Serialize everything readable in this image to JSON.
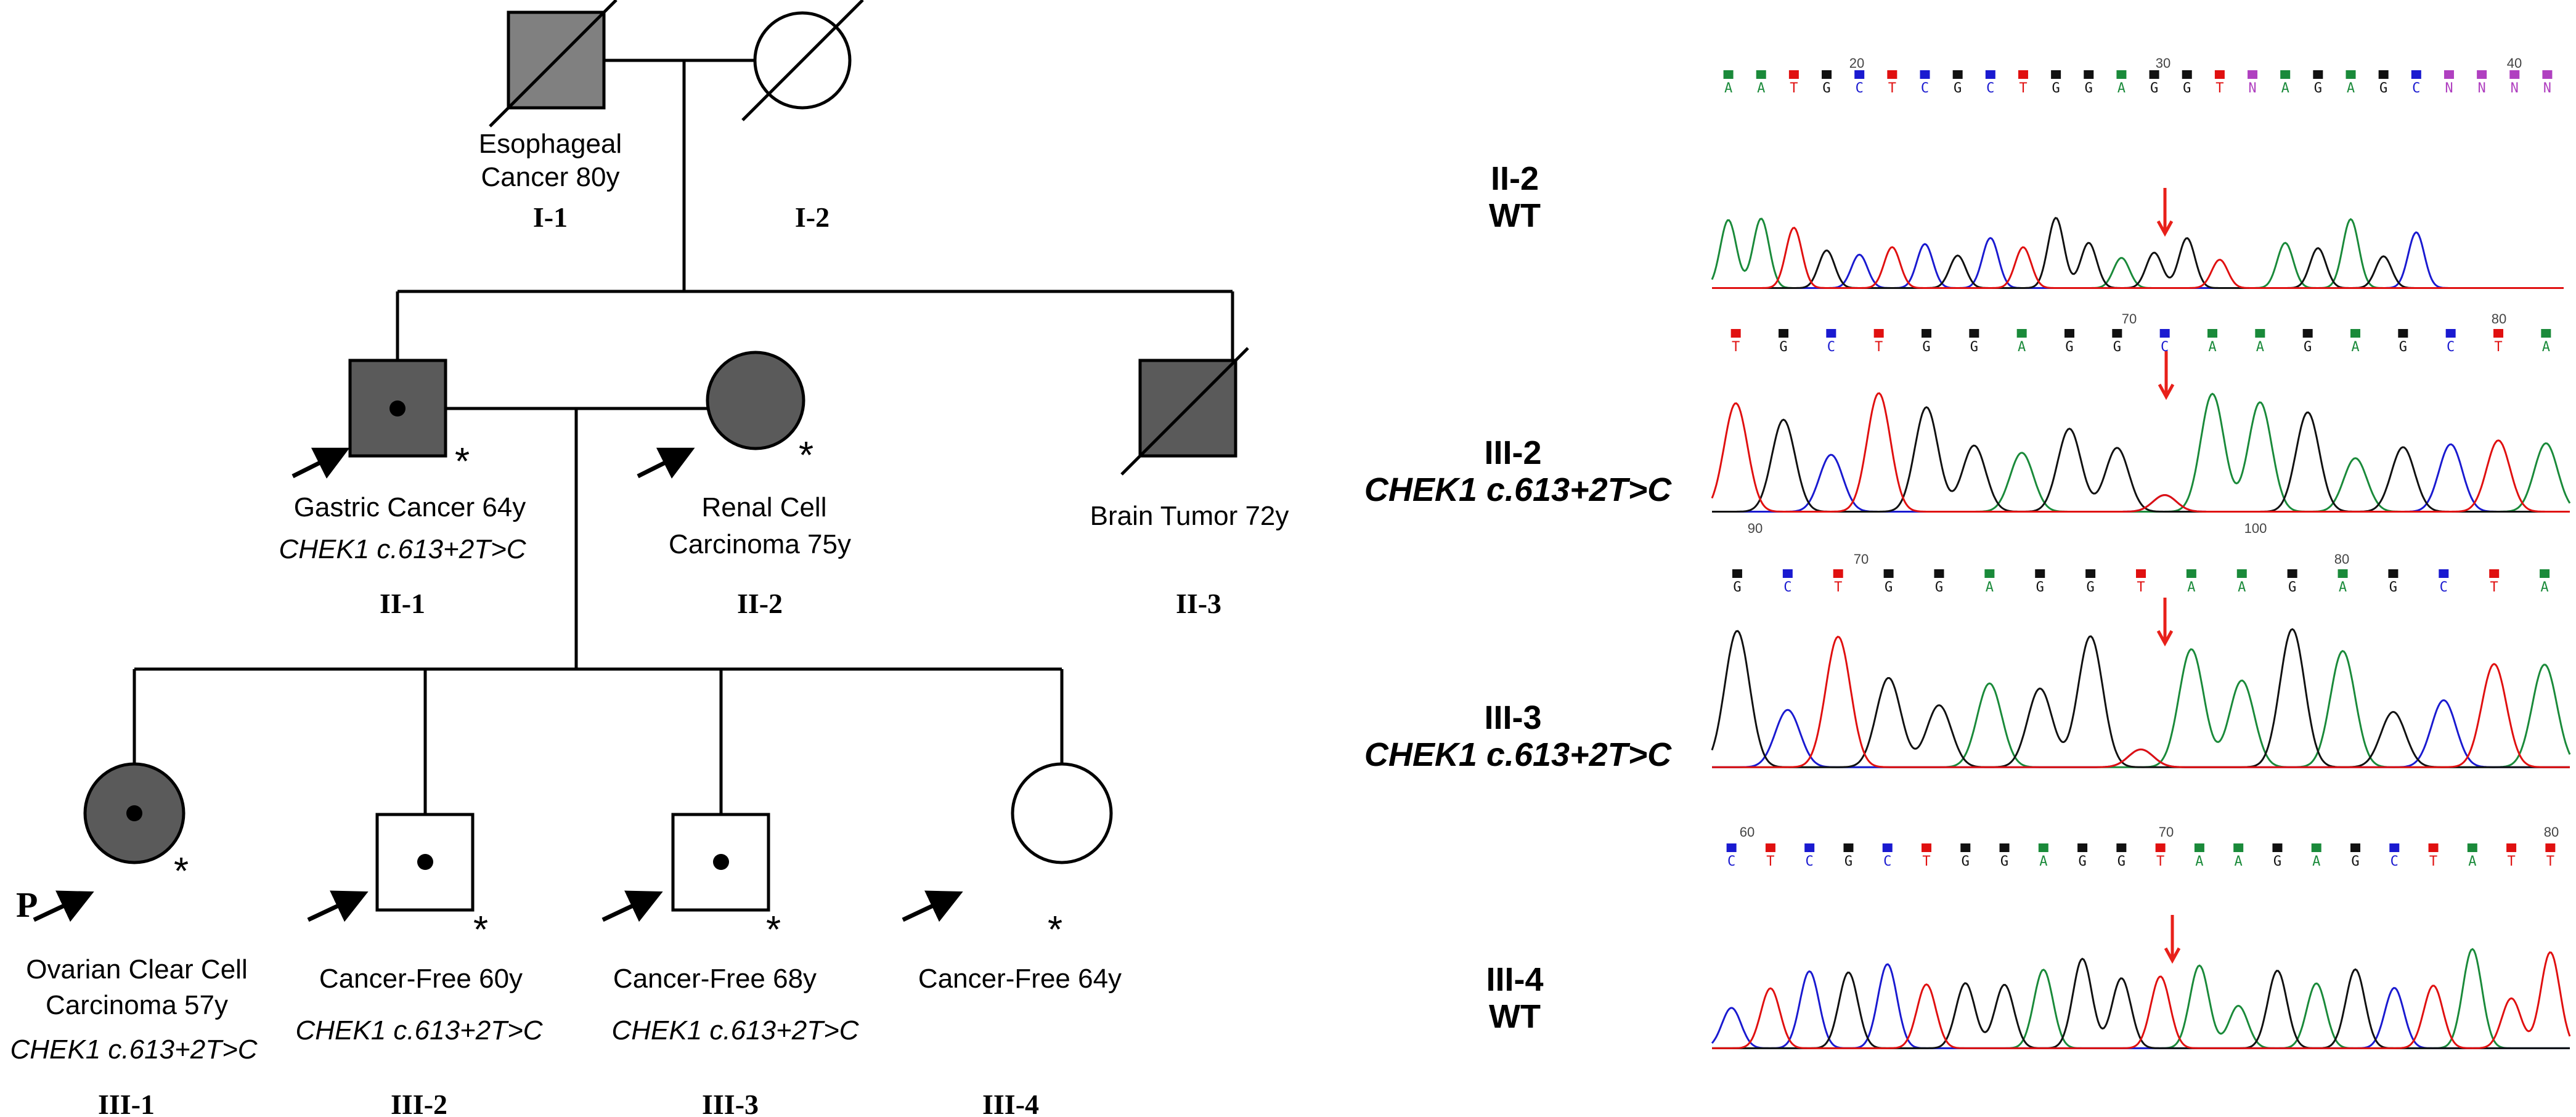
{
  "colors": {
    "affected_fill": "#5a5a5a",
    "deceased_affected_fill": "#808080",
    "line": "#000000",
    "arrow_red": "#e8201a",
    "base_A": "#1a8a3a",
    "base_C": "#1a1ad0",
    "base_G": "#111111",
    "base_T": "#e01010",
    "base_N": "#b040c0"
  },
  "pedigree": {
    "proband_marker": "P",
    "carrier_asterisk": "*",
    "individuals": [
      {
        "id": "I-1",
        "sex": "male",
        "affected": true,
        "deceased": true,
        "carrier": false,
        "tested": false,
        "arrow": false,
        "lines": [
          "Esophageal",
          "Cancer  80y"
        ],
        "variant": ""
      },
      {
        "id": "I-2",
        "sex": "female",
        "affected": false,
        "deceased": true,
        "carrier": false,
        "tested": false,
        "arrow": false,
        "lines": [],
        "variant": ""
      },
      {
        "id": "II-1",
        "sex": "male",
        "affected": true,
        "deceased": false,
        "carrier": true,
        "tested": true,
        "arrow": true,
        "lines": [
          "Gastric Cancer  64y"
        ],
        "variant": "CHEK1 c.613+2T>C"
      },
      {
        "id": "II-2",
        "sex": "female",
        "affected": true,
        "deceased": false,
        "carrier": false,
        "tested": true,
        "arrow": true,
        "lines": [
          "Renal Cell",
          "Carcinoma 75y"
        ],
        "variant": ""
      },
      {
        "id": "II-3",
        "sex": "male",
        "affected": true,
        "deceased": true,
        "carrier": false,
        "tested": false,
        "arrow": false,
        "lines": [
          "Brain Tumor 72y"
        ],
        "variant": ""
      },
      {
        "id": "III-1",
        "sex": "female",
        "affected": true,
        "deceased": false,
        "carrier": true,
        "tested": true,
        "arrow": true,
        "proband": true,
        "lines": [
          "Ovarian Clear Cell",
          "Carcinoma 57y"
        ],
        "variant": "CHEK1 c.613+2T>C"
      },
      {
        "id": "III-2",
        "sex": "male",
        "affected": false,
        "deceased": false,
        "carrier": true,
        "tested": true,
        "arrow": true,
        "lines": [
          "Cancer-Free  60y"
        ],
        "variant": "CHEK1 c.613+2T>C"
      },
      {
        "id": "III-3",
        "sex": "male",
        "affected": false,
        "deceased": false,
        "carrier": true,
        "tested": true,
        "arrow": true,
        "lines": [
          "Cancer-Free  68y"
        ],
        "variant": "CHEK1 c.613+2T>C"
      },
      {
        "id": "III-4",
        "sex": "female",
        "affected": false,
        "deceased": false,
        "carrier": false,
        "tested": true,
        "arrow": true,
        "lines": [
          "Cancer-Free  64y"
        ],
        "variant": ""
      }
    ]
  },
  "chromatograms": [
    {
      "sample": "II-2",
      "genotype": "WT",
      "genotype_italic": false,
      "bases": "AATGCTCGCTGGAGGTNAGAGCNNNN",
      "top_numbers": [
        "20",
        "30",
        "40"
      ],
      "bottom_numbers": [],
      "het_peak": false
    },
    {
      "sample": "III-2",
      "genotype": "CHEK1 c.613+2T>C",
      "genotype_italic": true,
      "bases": "TGCTGGAGGCAAGAGCTA",
      "top_numbers": [
        "70",
        "80"
      ],
      "bottom_numbers": [
        "90",
        "100"
      ],
      "het_peak": true
    },
    {
      "sample": "III-3",
      "genotype": "CHEK1 c.613+2T>C",
      "genotype_italic": true,
      "bases": "GCTGGAGGTAAGAGCTA",
      "top_numbers": [
        "70",
        "80"
      ],
      "bottom_numbers": [],
      "het_peak": true
    },
    {
      "sample": "III-4",
      "genotype": "WT",
      "genotype_italic": false,
      "bases": "CTCGCTGGAGGTAAGAGCTATT",
      "top_numbers": [
        "60",
        "70",
        "80"
      ],
      "bottom_numbers": [],
      "het_peak": false
    }
  ]
}
